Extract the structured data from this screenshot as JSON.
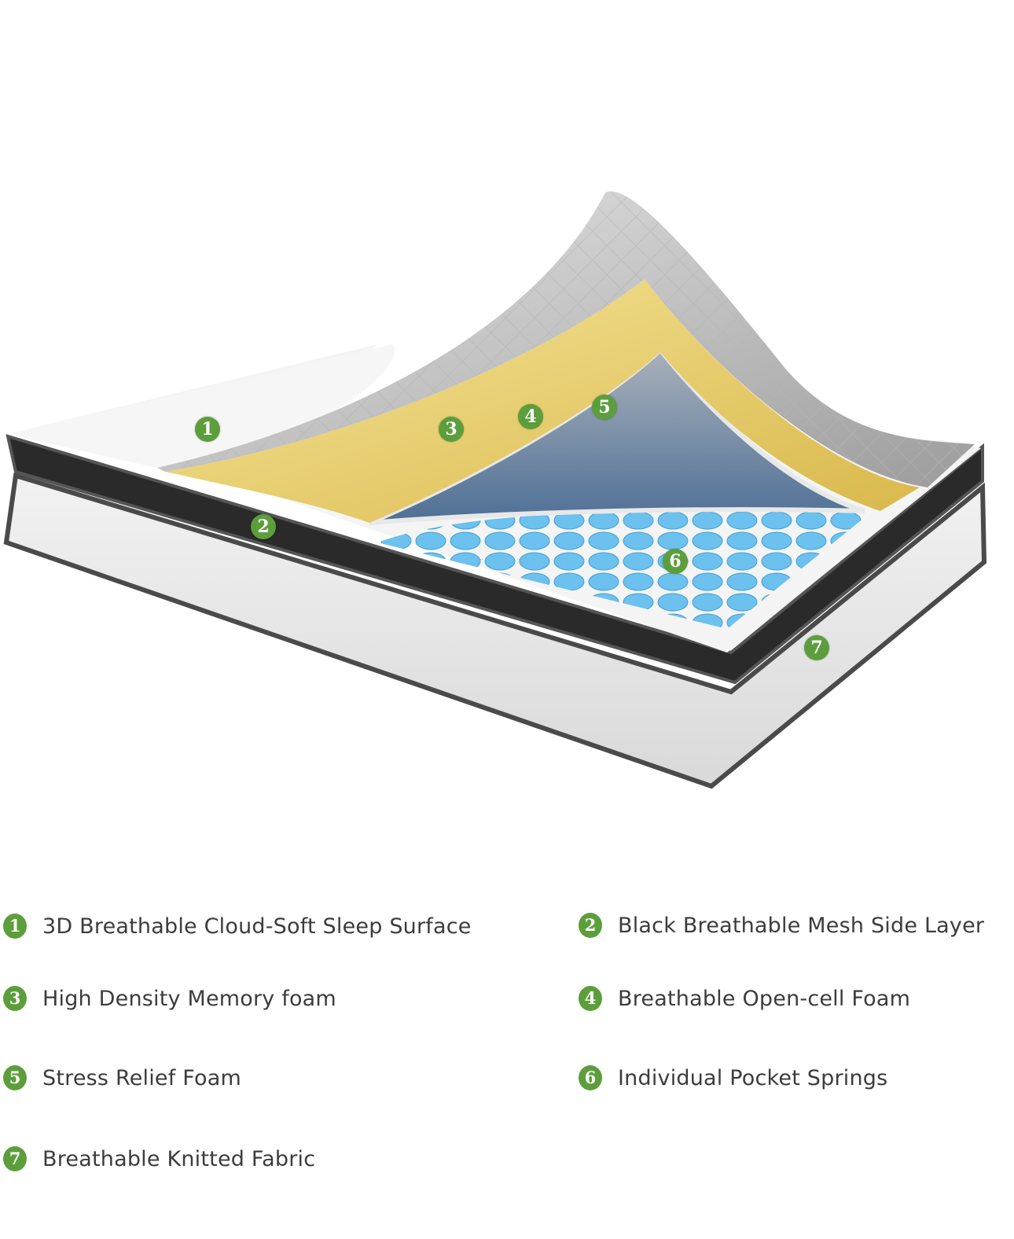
{
  "figure": {
    "subject": "Mattress cross-section with peeled-back comfort layers",
    "colors": {
      "badge_green": "#5c9e3c",
      "mesh_black": "#2a2a2a",
      "fabric_white": "#efefef",
      "foam_yellow": "#e9cf6a",
      "spring_blue": "#5fb8e8",
      "relief_foam_blue": "#6a8aaa"
    },
    "callouts": [
      {
        "number": "1"
      },
      {
        "number": "2"
      },
      {
        "number": "3"
      },
      {
        "number": "4"
      },
      {
        "number": "5"
      },
      {
        "number": "6"
      },
      {
        "number": "7"
      }
    ]
  },
  "legend": {
    "items": [
      {
        "number": "1",
        "label": "3D Breathable Cloud-Soft Sleep Surface"
      },
      {
        "number": "2",
        "label": "Black Breathable Mesh Side Layer"
      },
      {
        "number": "3",
        "label": "High Density Memory foam"
      },
      {
        "number": "4",
        "label": "Breathable Open-cell Foam"
      },
      {
        "number": "5",
        "label": "Stress Relief Foam"
      },
      {
        "number": "6",
        "label": "Individual Pocket Springs"
      },
      {
        "number": "7",
        "label": "Breathable Knitted Fabric"
      }
    ]
  }
}
